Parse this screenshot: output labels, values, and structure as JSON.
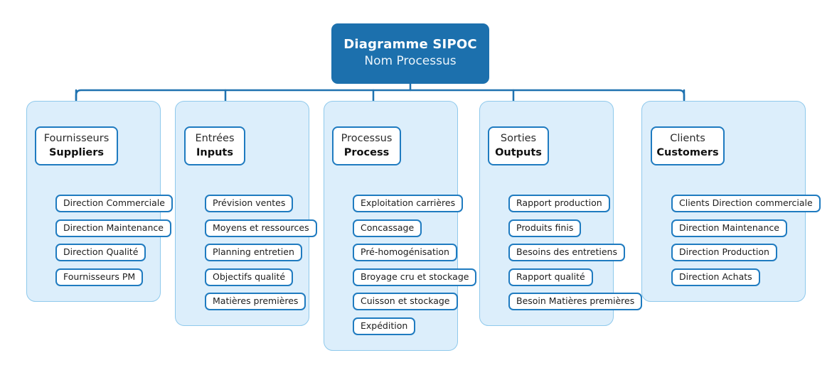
{
  "title": {
    "main": "Diagramme SIPOC",
    "sub": "Nom Processus"
  },
  "colors": {
    "title_box": "#1C70AD",
    "panel_fill": "#DCEEFB",
    "panel_border": "#8FC9EC",
    "box_border": "#1F7BC0",
    "connector": "#1F72B0",
    "text": "#1d1d1d",
    "title_text": "#ffffff"
  },
  "columns": [
    {
      "key": "suppliers",
      "header_fr": "Fournisseurs",
      "header_en": "Suppliers",
      "items": [
        "Direction Commerciale",
        "Direction Maintenance",
        "Direction Qualité",
        "Fournisseurs PM"
      ]
    },
    {
      "key": "inputs",
      "header_fr": "Entrées",
      "header_en": "Inputs",
      "items": [
        "Prévision ventes",
        "Moyens et ressources",
        "Planning entretien",
        "Objectifs qualité",
        "Matières premières"
      ]
    },
    {
      "key": "process",
      "header_fr": "Processus",
      "header_en": "Process",
      "items": [
        "Exploitation carrières",
        "Concassage",
        "Pré-homogénisation",
        "Broyage cru et stockage",
        "Cuisson et stockage",
        "Expédition"
      ]
    },
    {
      "key": "outputs",
      "header_fr": "Sorties",
      "header_en": "Outputs",
      "items": [
        "Rapport production",
        "Produits finis",
        "Besoins des entretiens",
        "Rapport qualité",
        "Besoin Matières premières"
      ]
    },
    {
      "key": "customers",
      "header_fr": "Clients",
      "header_en": "Customers",
      "items": [
        "Clients Direction commerciale",
        "Direction Maintenance",
        "Direction Production",
        "Direction Achats"
      ]
    }
  ]
}
